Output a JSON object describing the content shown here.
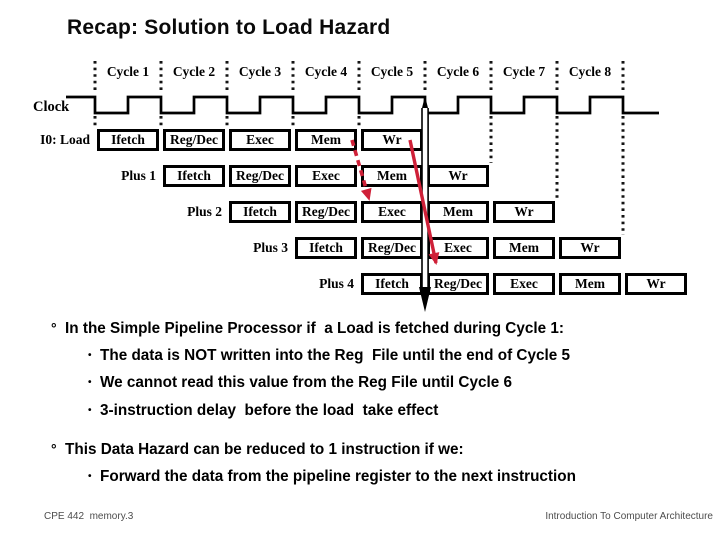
{
  "title": "Recap: Solution to Load Hazard",
  "diagram": {
    "clock_label": "Clock",
    "cycle_labels": [
      "Cycle 1",
      "Cycle 2",
      "Cycle 3",
      "Cycle 4",
      "Cycle 5",
      "Cycle 6",
      "Cycle 7",
      "Cycle 8"
    ],
    "stage_labels": [
      "Ifetch",
      "Reg/Dec",
      "Exec",
      "Mem",
      "Wr"
    ],
    "rows": [
      {
        "label": "I0: Load"
      },
      {
        "label": "Plus 1"
      },
      {
        "label": "Plus 2"
      },
      {
        "label": "Plus 3"
      },
      {
        "label": "Plus 4"
      }
    ],
    "colors": {
      "ink": "#000000",
      "hazard_arrow_red": "#cf2038"
    }
  },
  "bullets": {
    "level1_marker": "°",
    "level2_marker": "•",
    "blocks": [
      {
        "text": "In the Simple Pipeline Processor if  a Load is fetched during Cycle 1:",
        "sub": [
          "The data is NOT written into the Reg  File until the end of Cycle 5",
          "We cannot read this value from the Reg File until Cycle 6",
          "3-instruction delay  before the load  take effect"
        ]
      },
      {
        "text": "This Data Hazard can be reduced to 1 instruction if we:",
        "sub": [
          "Forward the data from the pipeline register to the next instruction"
        ]
      }
    ]
  },
  "footer": {
    "left": "CPE 442  memory.3",
    "right": "Introduction To Computer Architecture"
  }
}
